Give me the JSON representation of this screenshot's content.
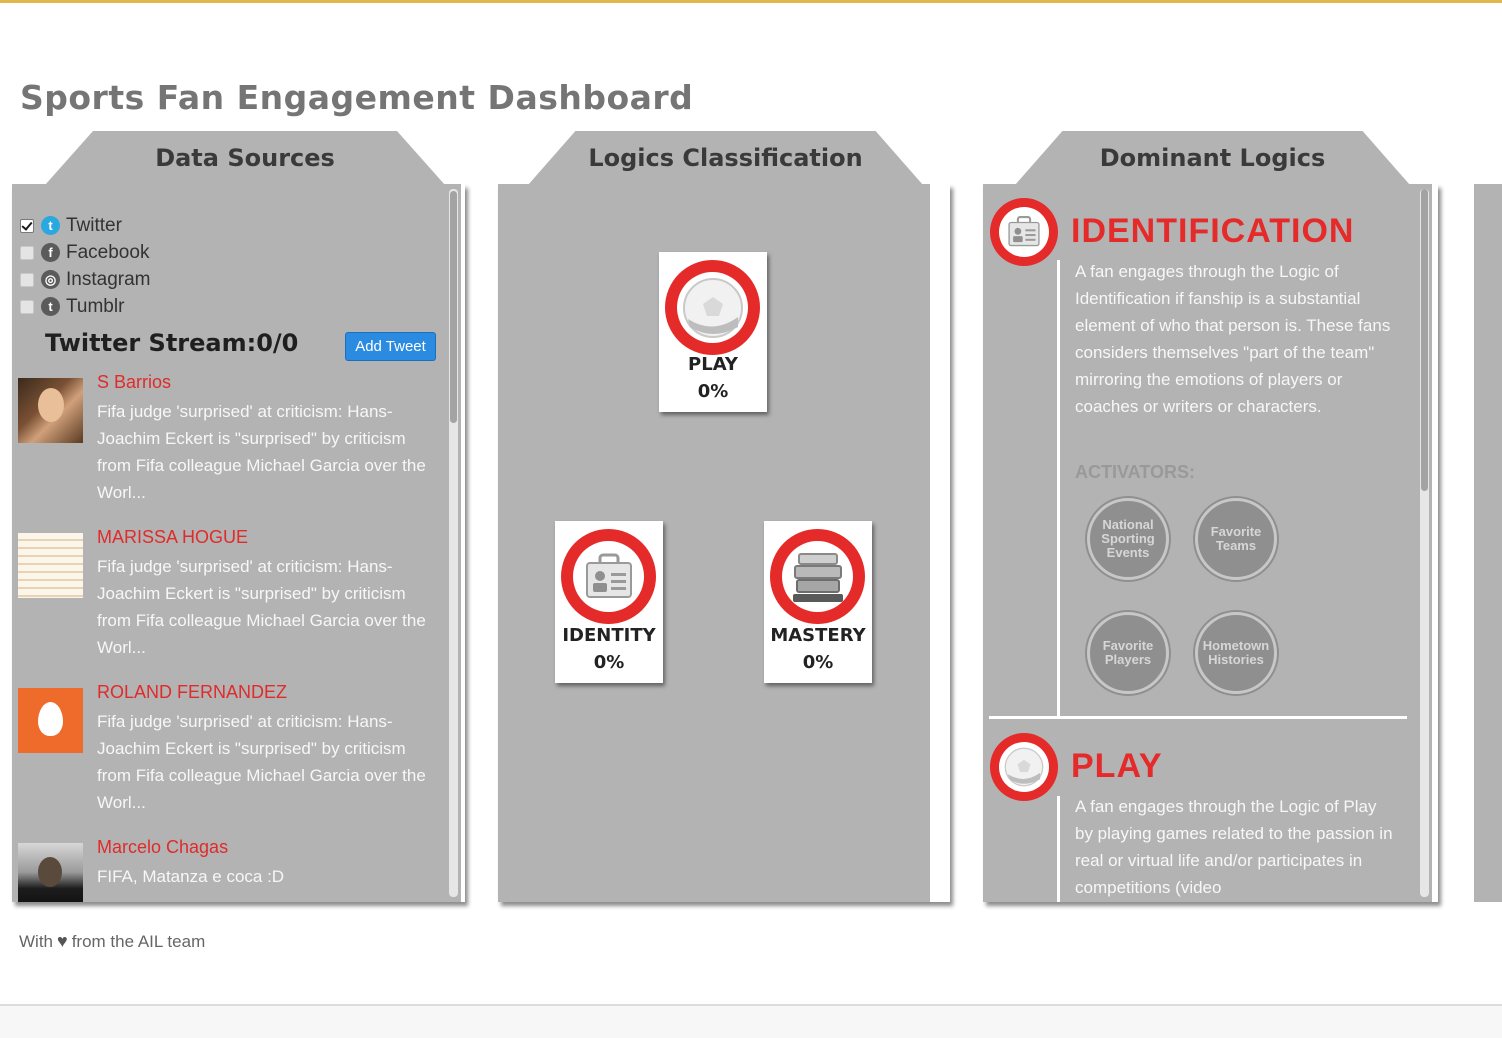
{
  "page": {
    "title": "Sports Fan Engagement Dashboard"
  },
  "data_sources": {
    "header": "Data Sources",
    "sources": [
      {
        "label": "Twitter",
        "checked": true,
        "icon": "twitter-icon"
      },
      {
        "label": "Facebook",
        "checked": false,
        "icon": "facebook-icon"
      },
      {
        "label": "Instagram",
        "checked": false,
        "icon": "instagram-icon"
      },
      {
        "label": "Tumblr",
        "checked": false,
        "icon": "tumblr-icon"
      }
    ],
    "stream_title": "Twitter Stream:0/0",
    "add_tweet_label": "Add Tweet",
    "tweets": [
      {
        "user": "S Barrios",
        "text": "Fifa judge 'surprised' at criticism: Hans-Joachim Eckert is \"surprised\" by criticism from Fifa colleague Michael Garcia over the Worl..."
      },
      {
        "user": "MARISSA HOGUE",
        "text": "Fifa judge 'surprised' at criticism: Hans-Joachim Eckert is \"surprised\" by criticism from Fifa colleague Michael Garcia over the Worl..."
      },
      {
        "user": "ROLAND FERNANDEZ",
        "text": "Fifa judge 'surprised' at criticism: Hans-Joachim Eckert is \"surprised\" by criticism from Fifa colleague Michael Garcia over the Worl..."
      },
      {
        "user": "Marcelo Chagas",
        "text": "FIFA, Matanza e coca :D"
      }
    ]
  },
  "logics_classification": {
    "header": "Logics Classification",
    "cards": [
      {
        "name": "PLAY",
        "percent": "0%",
        "icon": "soccer-ball-icon"
      },
      {
        "name": "IDENTITY",
        "percent": "0%",
        "icon": "id-badge-icon"
      },
      {
        "name": "MASTERY",
        "percent": "0%",
        "icon": "books-icon"
      }
    ]
  },
  "dominant_logics": {
    "header": "Dominant Logics",
    "identification": {
      "title": "IDENTIFICATION",
      "description": "A fan engages through the Logic of Identification if fanship is a substantial element of who that person is. These fans considers themselves \"part of the team\" mirroring the emotions of players or coaches or writers or characters.",
      "activators_label": "ACTIVATORS:",
      "activators": [
        "National Sporting Events",
        "Favorite Teams",
        "Favorite Players",
        "Hometown Histories"
      ]
    },
    "play": {
      "title": "PLAY",
      "description": "A fan engages through the Logic of Play by playing games related to the passion in real or virtual life and/or participates in competitions (video"
    }
  },
  "footer": {
    "prefix": "With",
    "suffix": "from the AIL team"
  },
  "colors": {
    "accent_red": "#e52a2a",
    "panel_gray": "#b3b3b4",
    "button_blue": "#2b8be0"
  }
}
